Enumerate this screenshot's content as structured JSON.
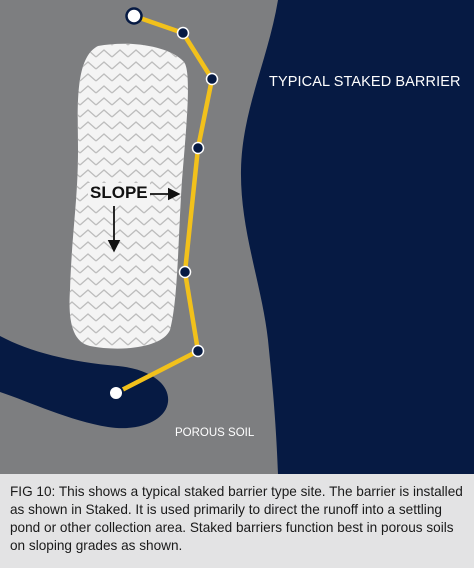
{
  "labels": {
    "title": "TYPICAL STAKED BARRIER",
    "slope": "SLOPE",
    "soil": "POROUS SOIL"
  },
  "caption": "FIG 10: This shows a typical staked barrier type site. The barrier is installed as shown in Staked. It is used primarily to direct the runoff into a settling pond or other collection area. Staked barriers function best in porous soils on sloping grades as shown.",
  "colors": {
    "ground": "#7d7e80",
    "water": "#061a43",
    "slope_fill": "#f4f4f4",
    "slope_pattern": "#bdbdbd",
    "barrier": "#f2c11b",
    "stake": "#061a43",
    "caption_bg": "#e3e3e4"
  },
  "icons": [
    "arrow-right-icon",
    "arrow-down-icon",
    "stake-marker-icon",
    "endpoint-marker-icon"
  ]
}
